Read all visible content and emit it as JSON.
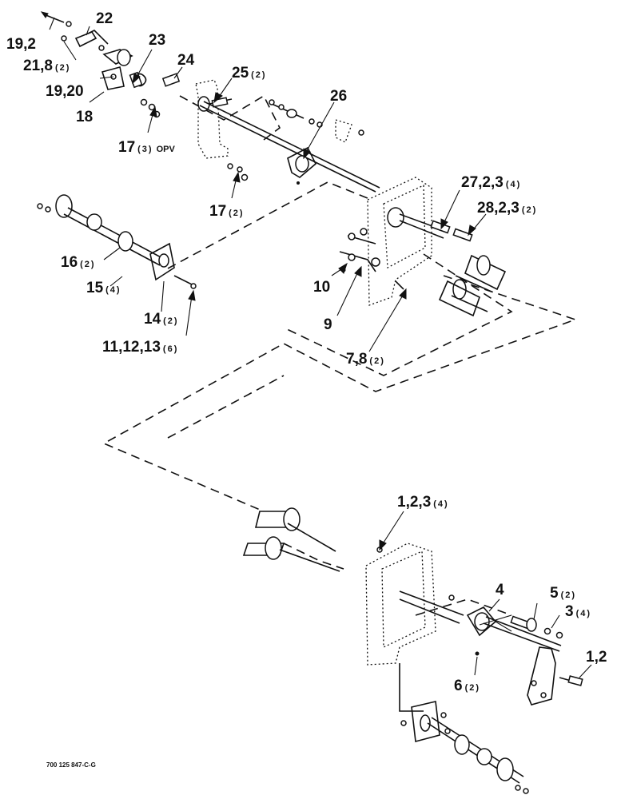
{
  "callouts": [
    {
      "id": "c19_2a",
      "num": "19,2",
      "qty": ""
    },
    {
      "id": "c22",
      "num": "22",
      "qty": ""
    },
    {
      "id": "c21_8",
      "num": "21,8",
      "qty": "(2)"
    },
    {
      "id": "c23",
      "num": "23",
      "qty": ""
    },
    {
      "id": "c19_20",
      "num": "19,20",
      "qty": ""
    },
    {
      "id": "c24",
      "num": "24",
      "qty": ""
    },
    {
      "id": "c18",
      "num": "18",
      "qty": ""
    },
    {
      "id": "c25",
      "num": "25",
      "qty": "(2)"
    },
    {
      "id": "c26",
      "num": "26",
      "qty": ""
    },
    {
      "id": "c17a",
      "num": "17",
      "qty": "(3)",
      "extra": "OPV"
    },
    {
      "id": "c17b",
      "num": "17",
      "qty": "(2)"
    },
    {
      "id": "c27",
      "num": "27,2,3",
      "qty": "(4)"
    },
    {
      "id": "c28",
      "num": "28,2,3",
      "qty": "(2)"
    },
    {
      "id": "c16",
      "num": "16",
      "qty": "(2)"
    },
    {
      "id": "c15",
      "num": "15",
      "qty": "(4)"
    },
    {
      "id": "c10",
      "num": "10",
      "qty": ""
    },
    {
      "id": "c14",
      "num": "14",
      "qty": "(2)"
    },
    {
      "id": "c9",
      "num": "9",
      "qty": ""
    },
    {
      "id": "c11",
      "num": "11,12,13",
      "qty": "(6)"
    },
    {
      "id": "c7_8",
      "num": "7,8",
      "qty": "(2)"
    },
    {
      "id": "c1_2_3",
      "num": "1,2,3",
      "qty": "(4)"
    },
    {
      "id": "c4",
      "num": "4",
      "qty": ""
    },
    {
      "id": "c5",
      "num": "5",
      "qty": "(2)"
    },
    {
      "id": "c3",
      "num": "3",
      "qty": "(4)"
    },
    {
      "id": "c1_2",
      "num": "1,2",
      "qty": ""
    },
    {
      "id": "c6",
      "num": "6",
      "qty": "(2)"
    }
  ],
  "drawing_code": "700 125 847-C-G"
}
